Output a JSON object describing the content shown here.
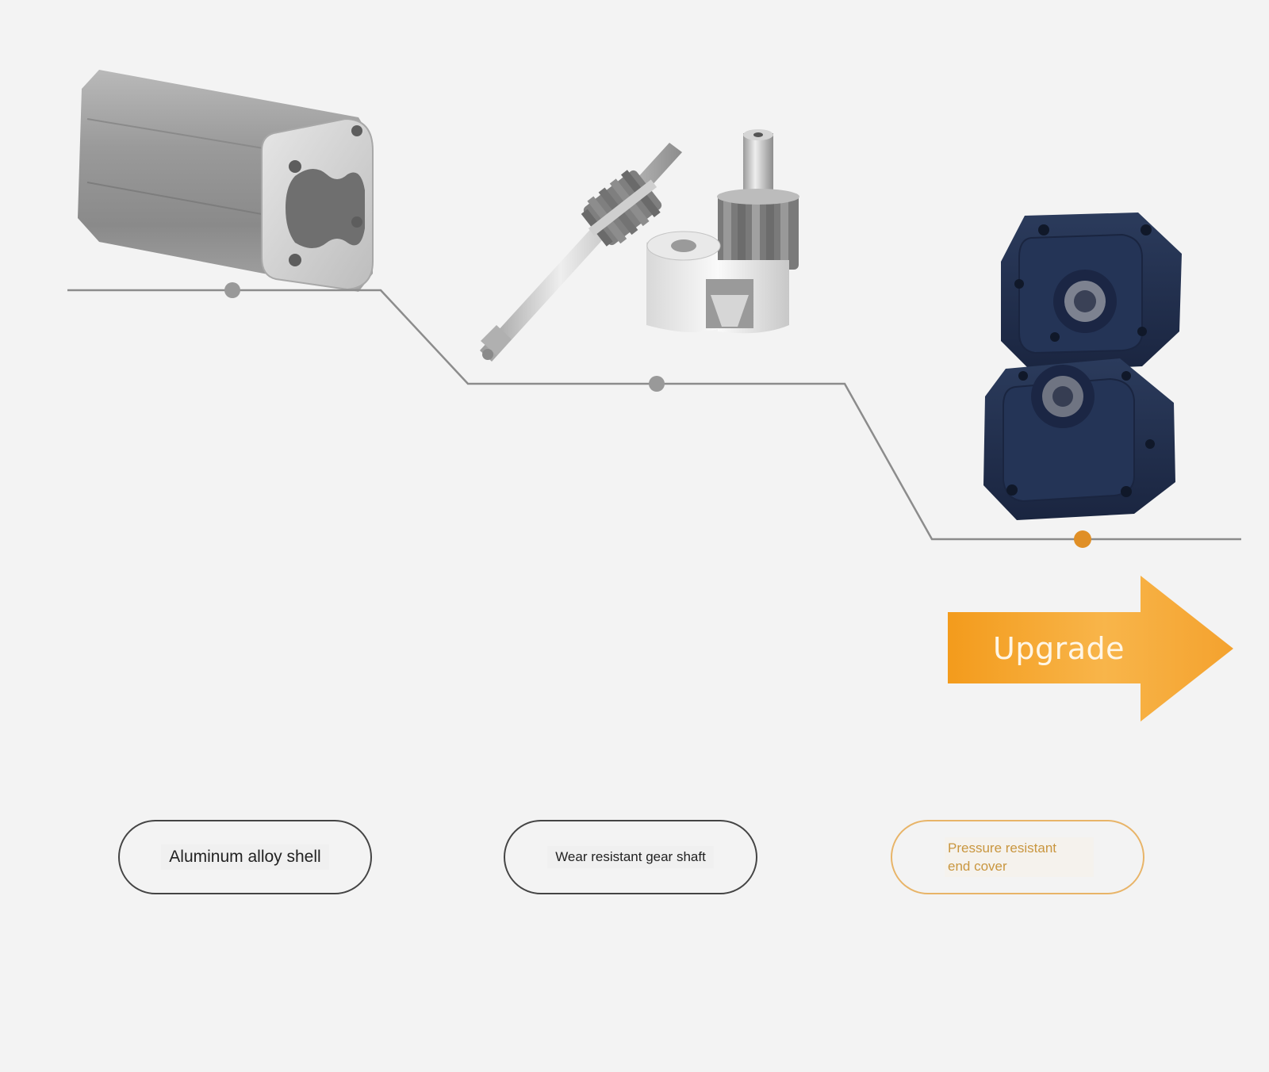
{
  "upgrade": {
    "label": "Upgrade",
    "arrow_color_light": "#f9b54c",
    "arrow_color_dark": "#ee8f12"
  },
  "timeline": {
    "line_color": "#8c8c8c",
    "node_color": "#999999",
    "active_node_color": "#e08f26"
  },
  "components": [
    {
      "label": "Aluminum alloy shell",
      "image": "aluminum-housing-image"
    },
    {
      "label": "Wear resistant gear shaft",
      "image": "gear-shaft-image"
    },
    {
      "label": "Pressure resistant\nend cover",
      "image": "end-cover-image",
      "accent": "#e8b468"
    }
  ]
}
